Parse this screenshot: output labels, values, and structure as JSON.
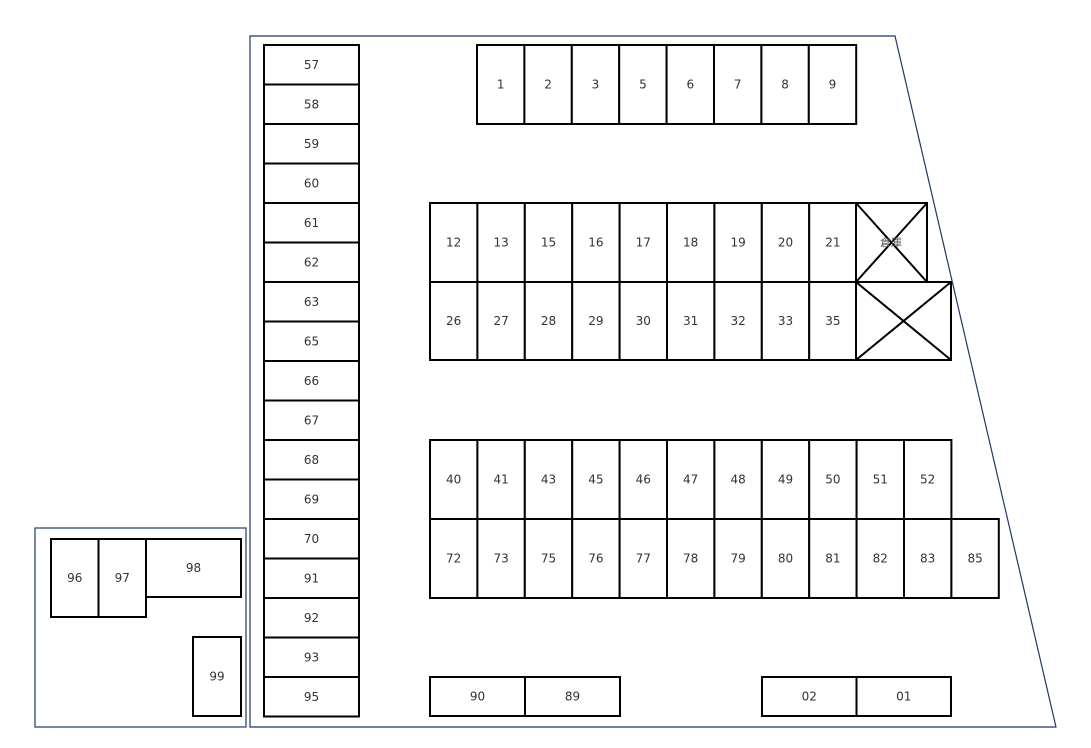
{
  "colors": {
    "boundary": "#1f3864",
    "space_border": "#000000",
    "label": "#333333"
  },
  "west_column": [
    "57",
    "58",
    "59",
    "60",
    "61",
    "62",
    "63",
    "65",
    "66",
    "67",
    "68",
    "69",
    "70",
    "91",
    "92",
    "93",
    "95"
  ],
  "row_top": [
    "1",
    "2",
    "3",
    "5",
    "6",
    "7",
    "8",
    "9"
  ],
  "row_upper_a": [
    "12",
    "13",
    "15",
    "16",
    "17",
    "18",
    "19",
    "20",
    "21"
  ],
  "row_upper_a_blocked_label": "倉庫",
  "row_upper_b": [
    "26",
    "27",
    "28",
    "29",
    "30",
    "31",
    "32",
    "33",
    "35"
  ],
  "row_lower_a": [
    "40",
    "41",
    "43",
    "45",
    "46",
    "47",
    "48",
    "49",
    "50",
    "51",
    "52"
  ],
  "row_lower_b": [
    "72",
    "73",
    "75",
    "76",
    "77",
    "78",
    "79",
    "80",
    "81",
    "82",
    "83",
    "85"
  ],
  "row_bottom_left": [
    "90",
    "89"
  ],
  "row_bottom_right": [
    "02",
    "01"
  ],
  "annex": {
    "small": [
      "96",
      "97"
    ],
    "wide": "98",
    "single": "99"
  }
}
